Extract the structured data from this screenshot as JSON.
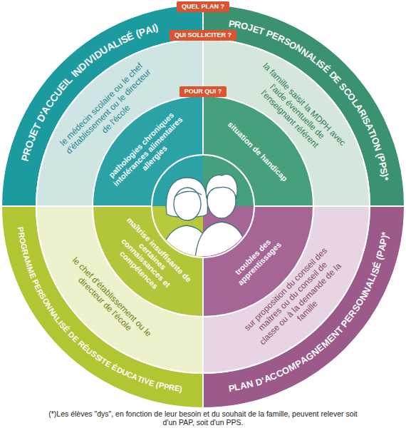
{
  "diagram": {
    "nodes": [
      {
        "text": [
          "PROJET D'ACCUEIL INDIVIDUALISÉ (PAI)"
        ]
      },
      {
        "text": [
          "le médecin scolaire ou le chef d'établissement ou le directeur de l'école"
        ]
      },
      {
        "text": [
          "pathologies chroniques intolérances alimentaires allergies"
        ]
      },
      {
        "text": [
          "PROJET PERSONNALISÉ DE SCOLARISATION (PPS)*"
        ]
      },
      {
        "text": [
          "la famille saisit la MDPH avec l'aide éventuelle de l'enseignant référent"
        ]
      },
      {
        "text": [
          "situation de handicap"
        ]
      },
      {
        "text": [
          "PROGRAMME PERSONNALISÉ DE RÉUSSITE ÉDUCATIVE (PPRE)"
        ]
      },
      {
        "text": [
          "le chef d'établissement ou le directeur de l'école"
        ]
      },
      {
        "text": [
          "maîtrise insuffisante de certaines connaissances et compétences"
        ]
      },
      {
        "text": [
          "PLAN D'ACCOMPAGNEMENT PERSONNALISÉ (PAP)*"
        ]
      },
      {
        "text": [
          "sur proposition du conseil des maîtres ou du conseil de classe ou à la demande de la famille"
        ]
      },
      {
        "text": [
          "troubles des apprentissages"
        ]
      }
    ],
    "labels": [
      "QUEL PLAN ?",
      "QUI SOLLICITER ?",
      "POUR QUI ?",
      "(*)Les élèves \"dys\", en fonction de leur besoin et du souhait de la famille, peuvent relever soit d'un PAP, soit d'un PPS."
    ]
  }
}
